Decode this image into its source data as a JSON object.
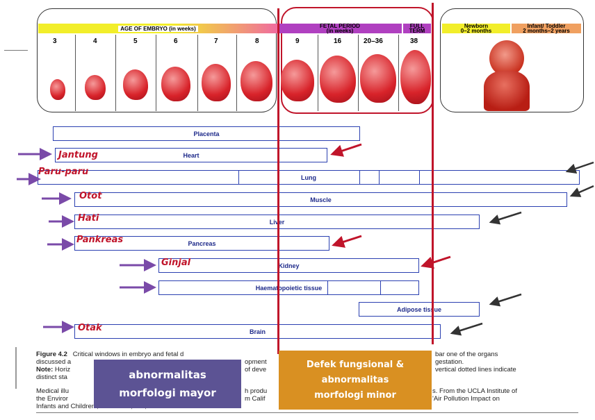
{
  "header": {
    "age_of_embryo": "AGE OF EMBRYO (in weeks)",
    "fetal_period_line1": "FETAL PERIOD",
    "fetal_period_line2": "(in weeks)",
    "full_term_line1": "FULL",
    "full_term_line2": "TERM",
    "newborn_line1": "Newborn",
    "newborn_line2": "0–2 months",
    "infant_line1": "Infant/ Toddler",
    "infant_line2": "2 months–2 years",
    "weeks": [
      "3",
      "4",
      "5",
      "6",
      "7",
      "8",
      "9",
      "16",
      "20–36",
      "38"
    ]
  },
  "organs": [
    {
      "label": "Placenta"
    },
    {
      "label": "Heart",
      "indonesian": "Jantung"
    },
    {
      "label": "Lung",
      "indonesian": "Paru-paru"
    },
    {
      "label": "Muscle",
      "indonesian": "Otot"
    },
    {
      "label": "Liver",
      "indonesian": "Hati"
    },
    {
      "label": "Pancreas",
      "indonesian": "Pankreas"
    },
    {
      "label": "Kidney",
      "indonesian": "Ginjal"
    },
    {
      "label": "Haematopoietic tissue"
    },
    {
      "label": "Adipose tissue"
    },
    {
      "label": "Brain",
      "indonesian": "Otak"
    }
  ],
  "caption": {
    "line1a": "Figure 4.2",
    "line1b": "Critical windows in embryo and fetal d",
    "line1c": "bar one of the organs",
    "line2a": "discussed a",
    "line2b": "opment",
    "line2c": "gestation.",
    "line3a": "Note:",
    "line3b": "Horiz",
    "line3c": "of deve",
    "line3d": "vertical dotted lines indicate",
    "line4a": "distinct sta",
    "line5a": "Medical illu",
    "line5b": "h produ",
    "line5c": "s. From the UCLA Institute of",
    "line6a": "the Enviror",
    "line6b": "m Calif",
    "line6c": "'Air Pollution Impact on",
    "line7a": "Infants and Children', Beate Ritz, MD, Ph.D. and M"
  },
  "overlays": {
    "mayor_line1": "abnormalitas",
    "mayor_line2": "morfologi mayor",
    "minor_line1": "Defek fungsional &",
    "minor_line2": "abnormalitas",
    "minor_line3": "morfologi minor"
  },
  "colors": {
    "bar_border": "#2a3fb0",
    "highlight_red": "#c0142a",
    "mayor_box": "#5c5394",
    "minor_box": "#d99022",
    "arrow_purple": "#7a4aa8"
  }
}
